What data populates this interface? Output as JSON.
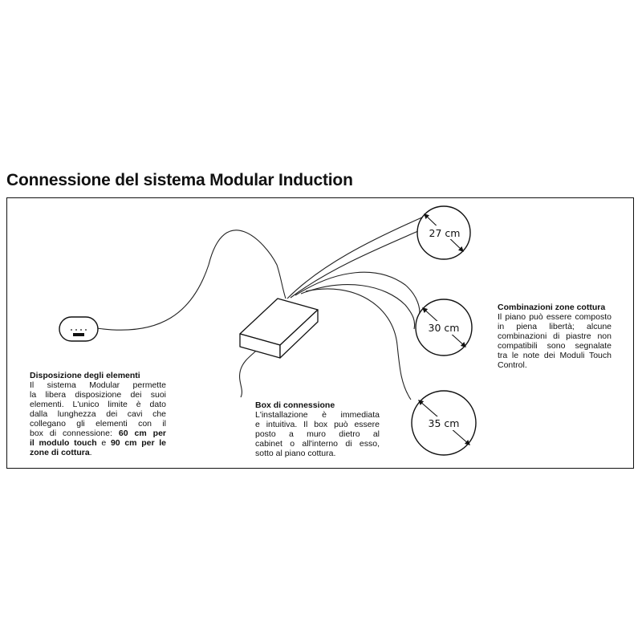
{
  "title": "Connessione del sistema Modular Induction",
  "diameters": {
    "small": "27 cm",
    "medium": "30 cm",
    "large": "35 cm"
  },
  "touch_module": {
    "dots": "· · · ·"
  },
  "disposizione": {
    "heading": "Disposizione degli elementi",
    "lines": [
      "Il sistema Modular permette",
      "la libera disposizione dei suoi",
      "elementi. L'unico limite è dato",
      "dalla lunghezza dei cavi che",
      "collegano gli elementi con il"
    ],
    "line6_prefix": "box di connessione: ",
    "line6_bold": "60 cm per",
    "line7_bold_a": "il modulo touch",
    "line7_mid": " e ",
    "line7_bold_b": "90 cm per le",
    "line8_bold": "zone di cottura",
    "line8_suffix": "."
  },
  "box": {
    "heading": "Box di connessione",
    "lines": [
      "L'installazione è immediata",
      "e intuitiva. Il box può essere",
      "posto a muro dietro al",
      "cabinet o all'interno di esso,",
      "sotto al piano cottura."
    ]
  },
  "combinazioni": {
    "heading": "Combinazioni zone cottura",
    "lines": [
      "Il piano può essere composto",
      "in piena libertà; alcune",
      "combinazioni di piastre non",
      "compatibili sono segnalate",
      "tra le note dei Moduli Touch",
      "Control."
    ]
  }
}
